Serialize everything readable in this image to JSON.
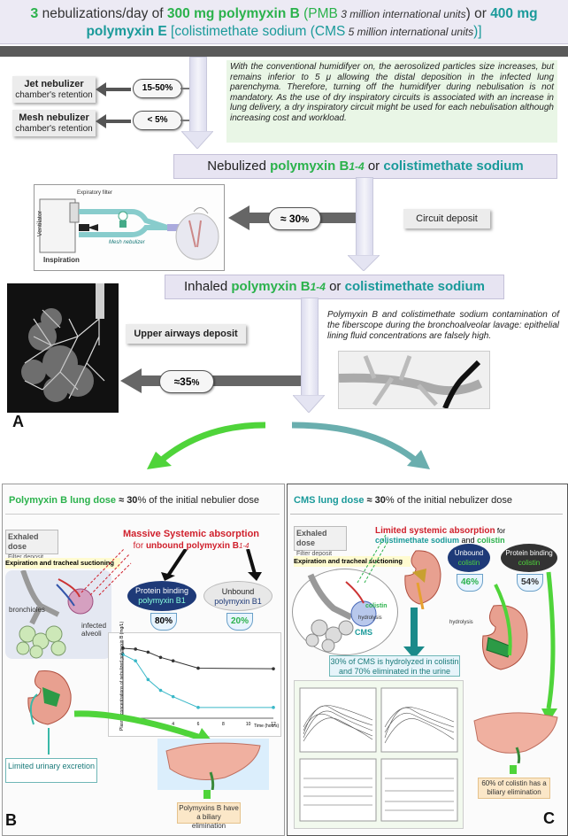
{
  "title": {
    "n3": "3",
    "t1": " nebulizations/day of ",
    "pmb_dose": "300 mg polymyxin B",
    "t2": " (",
    "pmb_abbr": "PMB",
    "pmb_units": " 3 million international units",
    "t3": ") or ",
    "pme_dose": "400 mg polymyxin E",
    "t4": " [",
    "cms_name": "colistimethate sodium",
    "t5": " (",
    "cms_abbr": "CMS",
    "cms_units": " 5 million international units",
    "t6": ")]"
  },
  "panelA": {
    "jet_title": "Jet nebulizer",
    "jet_sub": "chamber's retention",
    "jet_pct": "15-50%",
    "mesh_title": "Mesh nebulizer",
    "mesh_sub": "chamber's retention",
    "mesh_pct": "< 5%",
    "humidifier_note": "With the conventional humidifyer on, the aerosolized particles size increases, but remains inferior to 5 μ allowing the distal deposition in the infected lung parenchyma. Therefore, turning off the humidifyer during nebulisation is not mandatory. As the use of dry inspiratory circuits is associated with an increase in lung delivery, a dry inspiratory circuit might be used for each nebulisation although increasing cost and workload.",
    "nebulized_a": "Nebulized ",
    "nebulized_pmb": "polymyxin B",
    "nebulized_sup": "1-4",
    "nebulized_or": " or ",
    "nebulized_cms": "colistimethate sodium",
    "circuit_pct_num": "≈ 30",
    "circuit_pct_sign": "%",
    "circuit_label": "Circuit deposit",
    "ventilator": "Ventilator",
    "expiratory_filter": "Expiratory filter",
    "inspiration": "Inspiration",
    "mesh_nebulizer": "Mesh nebulizer",
    "inhaled_a": "Inhaled ",
    "inhaled_pmb": "polymyxin B",
    "inhaled_sup": "1-4",
    "inhaled_or": " or ",
    "inhaled_cms": "colistimethate sodium",
    "upper_label": "Upper airways deposit",
    "upper_pct_num": "≈35",
    "upper_pct_sign": "%",
    "bal_note": "Polymyxin B and colistimethate sodium contamination of the fiberscope during the bronchoalveolar lavage: epithelial lining fluid concentrations are falsely high.",
    "letter": "A"
  },
  "panelB": {
    "hdr_a": "Polymyxin B lung dose",
    "hdr_b": " ≈ ",
    "hdr_c": "30",
    "hdr_d": "% of the initial nebulier dose",
    "exhaled_title": "Exhaled dose",
    "exhaled_sub": "Filter deposit",
    "expiration": "Expiration and tracheal suctioning",
    "massive": "Massive Systemic absorption",
    "for_unbound_a": "for ",
    "for_unbound_b": "unbound polymyxin B",
    "for_unbound_sup": "1-4",
    "bronchioles": "bronchioles",
    "infected": "infected",
    "alveoli": "alveoli",
    "protein_binding_1": "Protein binding",
    "protein_binding_2": "polymyxin B1",
    "protein_pct": "80%",
    "unbound_1": "Unbound",
    "unbound_2": "polymyxin B1",
    "unbound_pct": "20%",
    "graph_ylabel": "Plasma concentrations of nebulized polymyxin B (mg/L)",
    "graph_xlabel": "Time (hours)",
    "limited_urinary": "Limited urinary excretion",
    "biliary": "Polymyxins B have a biliary elimination",
    "letter": "B"
  },
  "panelC": {
    "hdr_a": "CMS lung dose",
    "hdr_b": " ≈ ",
    "hdr_c": "30",
    "hdr_d": "% of the initial nebulizer dose",
    "exhaled_title": "Exhaled dose",
    "exhaled_sub": "Filter deposit",
    "expiration": "Expiration and tracheal suctioning",
    "limited": "Limited systemic absorption",
    "for_a": " for",
    "for_cms": "colistimethate sodium",
    "for_and": " and ",
    "for_colistin": "colistin",
    "unbound_1": "Unbound",
    "unbound_2": "colistin",
    "unbound_pct": "46%",
    "protein_1": "Protein binding",
    "protein_2": "colistin",
    "protein_pct": "54%",
    "colistin": "colistin",
    "hydrolysis": "hydrolysis",
    "hydrolysis2": "hydrolysis",
    "cms": "CMS",
    "hydrolyzed": "30% of CMS is hydrolyzed in colistin and 70% eliminated in the urine",
    "biliary": "60% of colistin has a biliary elimination",
    "letter": "C"
  },
  "chart_data": {
    "type": "line",
    "xlabel": "Time (hours)",
    "ylabel": "Plasma concentrations of nebulized polymyxin B (mg/L)",
    "x": [
      0,
      1,
      2,
      3,
      4,
      6,
      12
    ],
    "series": [
      {
        "values": [
          0.9,
          0.85,
          0.7,
          0.5,
          0.4,
          0.25,
          0.24
        ]
      },
      {
        "values": [
          0.6,
          0.4,
          0.12,
          0.06,
          0.04,
          0.02,
          0.02
        ]
      }
    ],
    "xlim": [
      0,
      12
    ],
    "ticks_x": [
      "2",
      "4",
      "6",
      "8",
      "10",
      "12"
    ]
  },
  "colors": {
    "green": "#2bb24c",
    "teal": "#1a9a9a",
    "red": "#d0202c",
    "navy": "#1e3a78"
  }
}
